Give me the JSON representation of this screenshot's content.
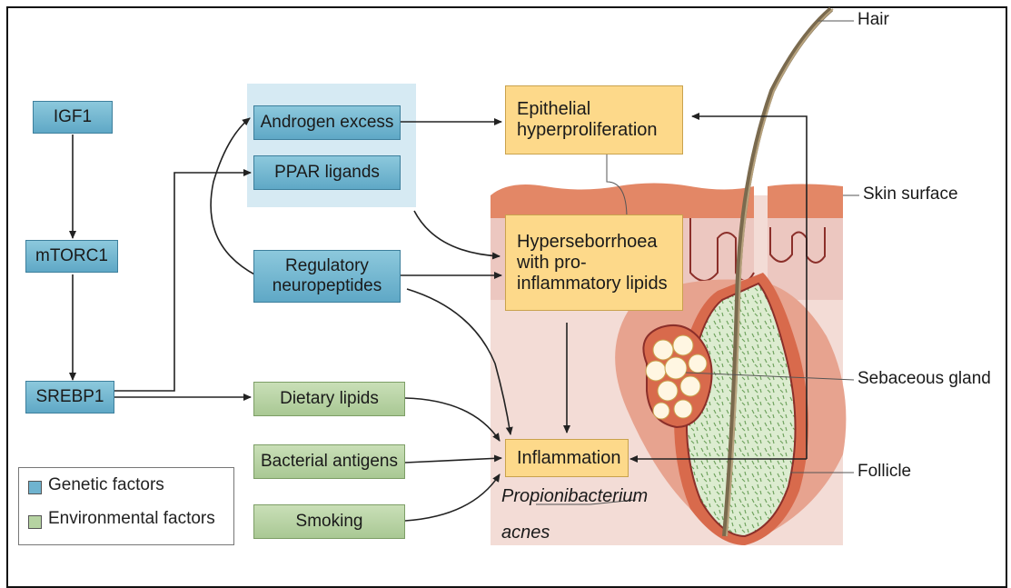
{
  "genetic": {
    "igf1": "IGF1",
    "mtorc1": "mTORC1",
    "srebp1": "SREBP1",
    "androgen": "Androgen excess",
    "ppar": "PPAR ligands",
    "neuro_line1": "Regulatory",
    "neuro_line2": "neuropeptides"
  },
  "environmental": {
    "dietary": "Dietary lipids",
    "bacterial": "Bacterial antigens",
    "smoking": "Smoking"
  },
  "outcomes": {
    "epithelial_line1": "Epithelial",
    "epithelial_line2": "hyperproliferation",
    "hyper_line1": "Hyperseborrhoea",
    "hyper_line2": "with pro-",
    "hyper_line3": "inflammatory lipids",
    "inflammation": "Inflammation"
  },
  "bacterium": {
    "line1": "Propionibacterium",
    "line2": "acnes"
  },
  "anatomy": {
    "hair": "Hair",
    "skin_surface": "Skin surface",
    "sebaceous": "Sebaceous gland",
    "follicle": "Follicle"
  },
  "legend": {
    "genetic": "Genetic factors",
    "environmental": "Environmental factors"
  },
  "colors": {
    "genetic": "#6fb3cf",
    "environmental": "#b6d3a2",
    "outcome": "#fdd98a",
    "tissue": "#f1d8d3",
    "skin": "#e58a6b"
  }
}
